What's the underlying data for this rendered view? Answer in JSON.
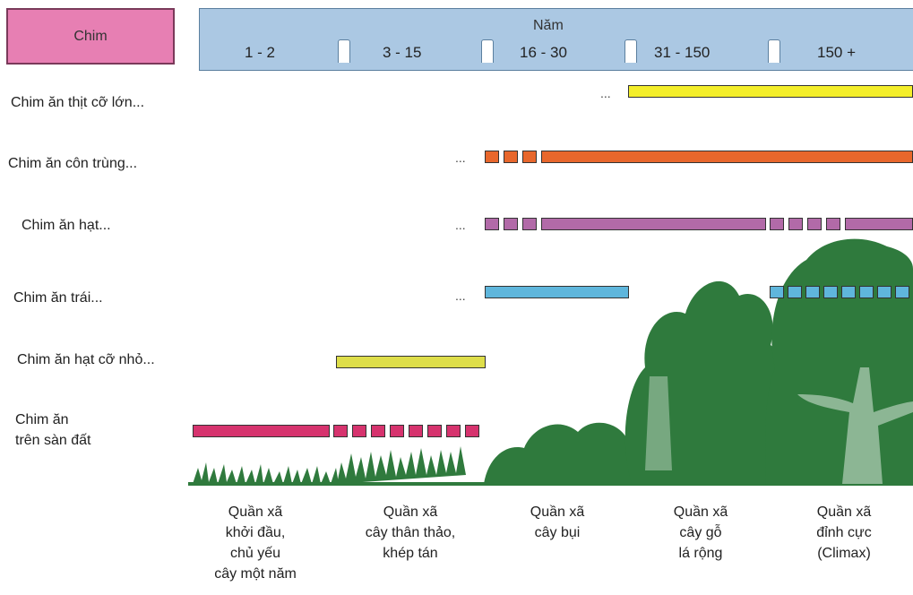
{
  "corner_label": "Chim",
  "header": {
    "title": "Năm",
    "periods": [
      "1 - 2",
      "3 - 15",
      "16 - 30",
      "31 - 150",
      "150 +"
    ]
  },
  "ellipsis": "...",
  "birds": [
    {
      "label": "Chim ăn thịt cỡ lớn...",
      "color": "#f4ee2a"
    },
    {
      "label": "Chim ăn côn trùng...",
      "color": "#e8672c"
    },
    {
      "label": "Chim ăn hạt...",
      "color": "#b26aa8"
    },
    {
      "label": "Chim ăn trái...",
      "color": "#5fb6dc"
    },
    {
      "label": "Chim ăn hạt cỡ nhỏ...",
      "color": "#dede4a"
    },
    {
      "label_line1": "Chim ăn",
      "label_line2": "trên sàn đất",
      "color": "#d6336e"
    }
  ],
  "communities": [
    {
      "l1": "Quần xã",
      "l2": "khởi đầu,",
      "l3": "chủ yếu",
      "l4": "cây một năm"
    },
    {
      "l1": "Quần xã",
      "l2": "cây thân thảo,",
      "l3": "khép tán"
    },
    {
      "l1": "Quần xã",
      "l2": "cây bụi"
    },
    {
      "l1": "Quần xã",
      "l2": "cây gỗ",
      "l3": "lá rộng"
    },
    {
      "l1": "Quần xã",
      "l2": "đỉnh cực",
      "l3": "(Climax)"
    }
  ],
  "vegetation_color": "#2f7a3d"
}
